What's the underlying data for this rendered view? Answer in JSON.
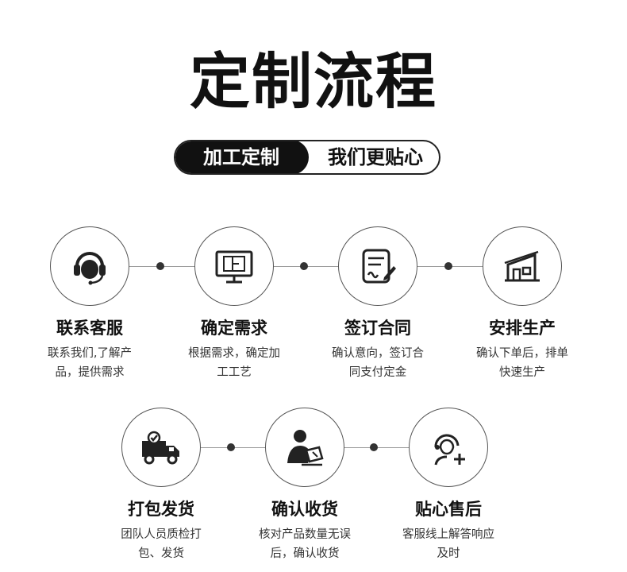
{
  "title": "定制流程",
  "banner": {
    "left": "加工定制",
    "right": "我们更贴心"
  },
  "steps": [
    {
      "title": "联系客服",
      "desc": "联系我们,了解产品，提供需求",
      "icon": "headset-icon"
    },
    {
      "title": "确定需求",
      "desc": "根据需求，确定加工工艺",
      "icon": "monitor-floorplan-icon"
    },
    {
      "title": "签订合同",
      "desc": "确认意向，签订合同支付定金",
      "icon": "contract-sign-icon"
    },
    {
      "title": "安排生产",
      "desc": "确认下单后，排单快速生产",
      "icon": "factory-icon"
    },
    {
      "title": "打包发货",
      "desc": "团队人员质检打包、发货",
      "icon": "delivery-truck-icon"
    },
    {
      "title": "确认收货",
      "desc": "核对产品数量无误后，确认收货",
      "icon": "person-clipboard-icon"
    },
    {
      "title": "贴心售后",
      "desc": "客服线上解答响应及时",
      "icon": "support-agent-icon"
    }
  ]
}
